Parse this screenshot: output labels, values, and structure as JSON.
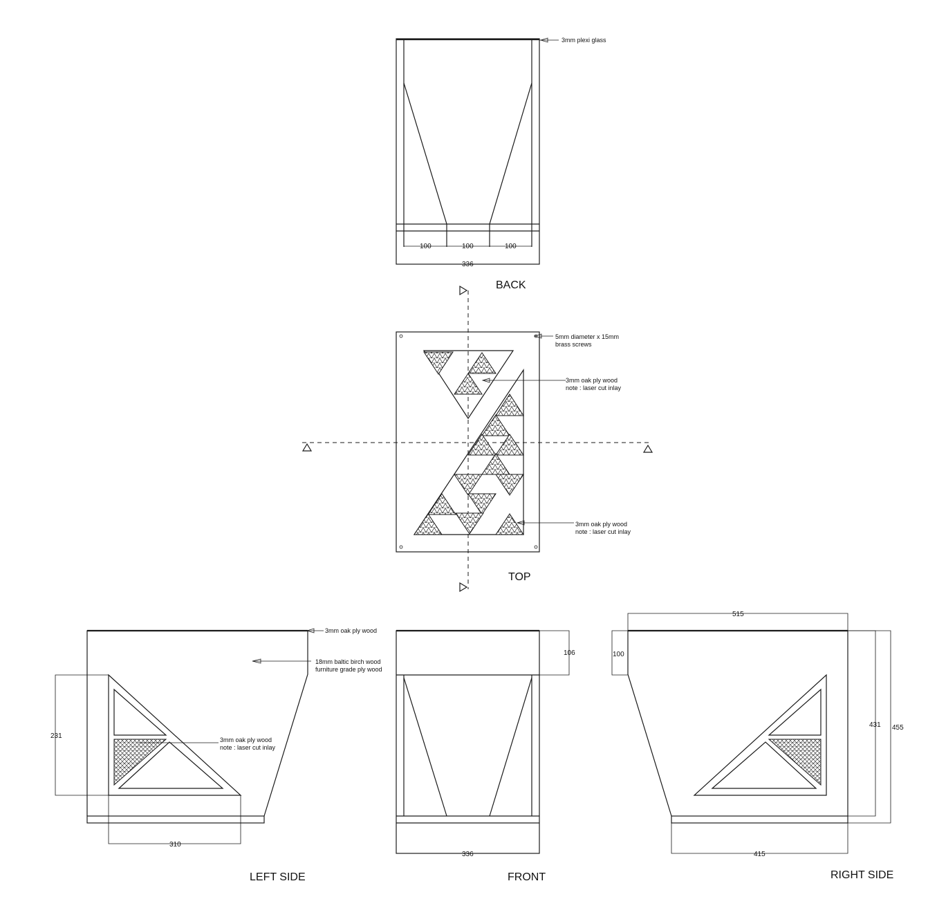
{
  "views": {
    "back": {
      "title": "BACK",
      "note_plexi": "3mm plexi glass",
      "dim_a": "100",
      "dim_b": "100",
      "dim_c": "100",
      "dim_width": "336"
    },
    "top": {
      "title": "TOP",
      "note_screws_1": "5mm diameter x 15mm",
      "note_screws_2": "brass screws",
      "note_inlay1_1": "3mm oak ply wood",
      "note_inlay1_2": "note : laser cut inlay",
      "note_inlay2_1": "3mm oak ply wood",
      "note_inlay2_2": "note : laser cut inlay"
    },
    "left_side": {
      "title": "LEFT SIDE",
      "note_top": "3mm oak ply wood",
      "note_body_1": "18mm baltic birch wood",
      "note_body_2": "furniture grade ply wood",
      "note_inlay_1": "3mm oak ply wood",
      "note_inlay_2": "note : laser cut inlay",
      "dim_height": "231",
      "dim_width": "310"
    },
    "front": {
      "title": "FRONT",
      "dim_top": "106",
      "dim_width": "336"
    },
    "right_side": {
      "title": "RIGHT SIDE",
      "dim_top_width": "515",
      "dim_left": "100",
      "dim_inner_height": "431",
      "dim_height": "455",
      "dim_bottom_width": "415"
    }
  }
}
